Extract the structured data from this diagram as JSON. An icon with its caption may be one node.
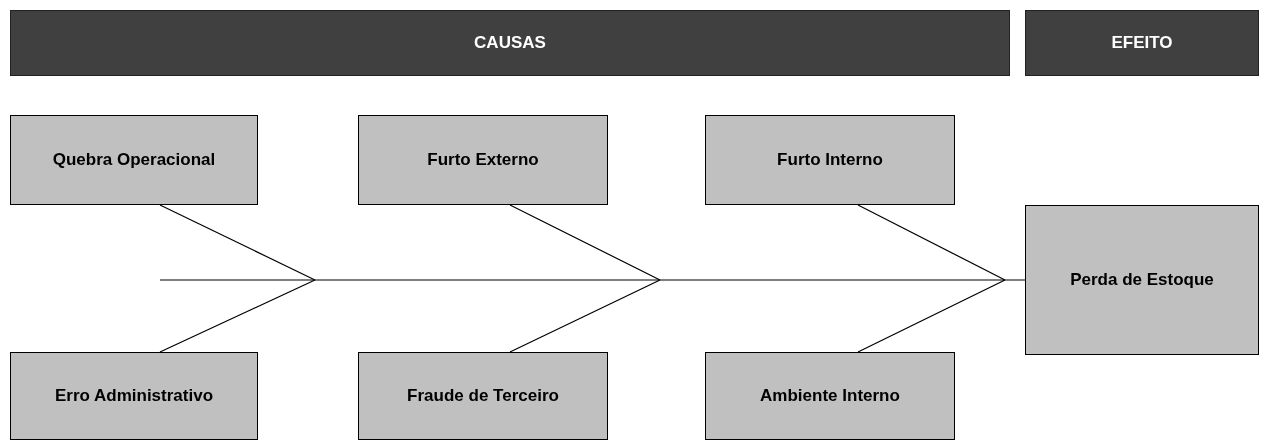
{
  "diagram": {
    "nodes": [
      {
        "text": [
          "CAUSAS"
        ]
      },
      {
        "text": [
          "EFEITO"
        ]
      },
      {
        "text": [
          "Quebra Operacional"
        ]
      },
      {
        "text": [
          "Furto Externo"
        ]
      },
      {
        "text": [
          "Furto Interno"
        ]
      },
      {
        "text": [
          "Perda de Estoque"
        ]
      },
      {
        "text": [
          "Erro Administrativo"
        ]
      },
      {
        "text": [
          "Fraude de Terceiro"
        ]
      },
      {
        "text": [
          "Ambiente Interno"
        ]
      }
    ],
    "edges": [
      {
        "from": null,
        "to": 5,
        "arrow": "none"
      },
      {
        "from": 2,
        "to": null,
        "arrow": "none"
      },
      {
        "from": 3,
        "to": null,
        "arrow": "none"
      },
      {
        "from": 4,
        "to": null,
        "arrow": "none"
      },
      {
        "from": 6,
        "to": null,
        "arrow": "none"
      },
      {
        "from": 7,
        "to": null,
        "arrow": "none"
      },
      {
        "from": 8,
        "to": null,
        "arrow": "none"
      }
    ]
  }
}
